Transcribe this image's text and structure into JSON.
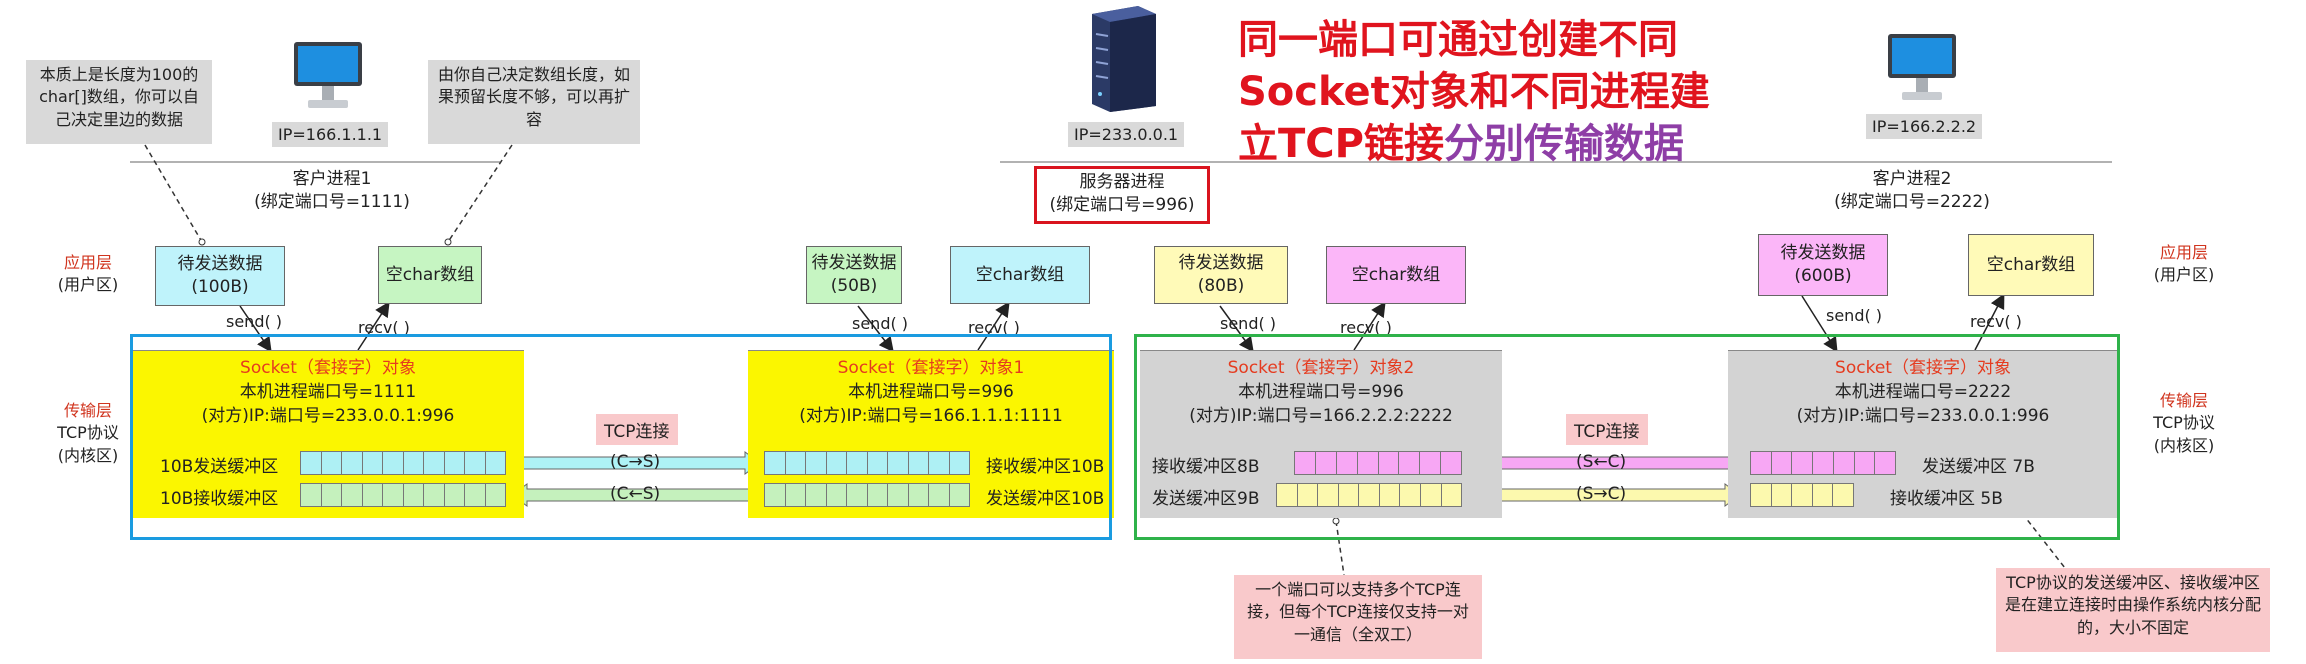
{
  "title": {
    "line1": "同一端口可通过创建不同",
    "line2": "Socket对象和不同进程建",
    "line3_a": "立TCP链接",
    "line3_b": "分别传输数据"
  },
  "notes": {
    "left_top": "本质上是长度为100的char[]数组，你可以自己决定里边的数据",
    "right_top": "由你自己决定数组长度，如果预留长度不够，可以再扩容",
    "bottom_mid": "一个端口可以支持多个TCP连接，但每个TCP连接仅支持一对一通信（全双工）",
    "bottom_right": "TCP协议的发送缓冲区、接收缓冲区是在建立连接时由操作系统内核分配的，大小不固定"
  },
  "hosts": {
    "client1_ip": "IP=166.1.1.1",
    "server_ip": "IP=233.0.0.1",
    "client2_ip": "IP=166.2.2.2"
  },
  "processes": {
    "client1": "客户进程1",
    "client1_port": "(绑定端口号=1111)",
    "server": "服务器进程",
    "server_port": "(绑定端口号=996)",
    "client2": "客户进程2",
    "client2_port": "(绑定端口号=2222)"
  },
  "layers": {
    "app_left": "应用层",
    "app_left_sub": "(用户区)",
    "trans_left": "传输层",
    "trans_left_sub1": "TCP协议",
    "trans_left_sub2": "(内核区)",
    "app_right": "应用层",
    "app_right_sub": "(用户区)",
    "trans_right": "传输层",
    "trans_right_sub1": "TCP协议",
    "trans_right_sub2": "(内核区)"
  },
  "app_boxes": {
    "c1_send": "待发送数据\n(100B)",
    "c1_recv": "空char数组",
    "s1_send": "待发送数据\n(50B)",
    "s1_recv": "空char数组",
    "s2_send": "待发送数据\n(80B)",
    "s2_recv": "空char数组",
    "c2_send": "待发送数据\n(600B)",
    "c2_recv": "空char数组"
  },
  "calls": {
    "send": "send( )",
    "recv": "recv( )"
  },
  "sockets": {
    "c1_title": "Socket（套接字）对象",
    "c1_port": "本机进程端口号=1111",
    "c1_peer": "(对方)IP:端口号=233.0.0.1:996",
    "s1_title": "Socket（套接字）对象1",
    "s1_port": "本机进程端口号=996",
    "s1_peer": "(对方)IP:端口号=166.1.1.1:1111",
    "s2_title": "Socket（套接字）对象2",
    "s2_port": "本机进程端口号=996",
    "s2_peer": "(对方)IP:端口号=166.2.2.2:2222",
    "c2_title": "Socket（套接字）对象",
    "c2_port": "本机进程端口号=2222",
    "c2_peer": "(对方)IP:端口号=233.0.0.1:996"
  },
  "buffers": {
    "c1_send": "10B发送缓冲区",
    "c1_recv": "10B接收缓冲区",
    "s1_recv": "接收缓冲区10B",
    "s1_send": "发送缓冲区10B",
    "s2_recv": "接收缓冲区8B",
    "s2_send": "发送缓冲区9B",
    "c2_send": "发送缓冲区 7B",
    "c2_recv": "接收缓冲区 5B"
  },
  "links": {
    "tcp1": "TCP连接",
    "c_to_s": "(C→S)",
    "c_from_s": "(C←S)",
    "tcp2": "TCP连接",
    "s_from_c": "(S←C)",
    "s_to_c": "(S→C)"
  },
  "colors": {
    "title_red": "#e0141e",
    "title_purple": "#8e3ea6",
    "blue_frame": "#1a9be0",
    "green_frame": "#2fb24a",
    "server_frame": "#d9141e"
  }
}
